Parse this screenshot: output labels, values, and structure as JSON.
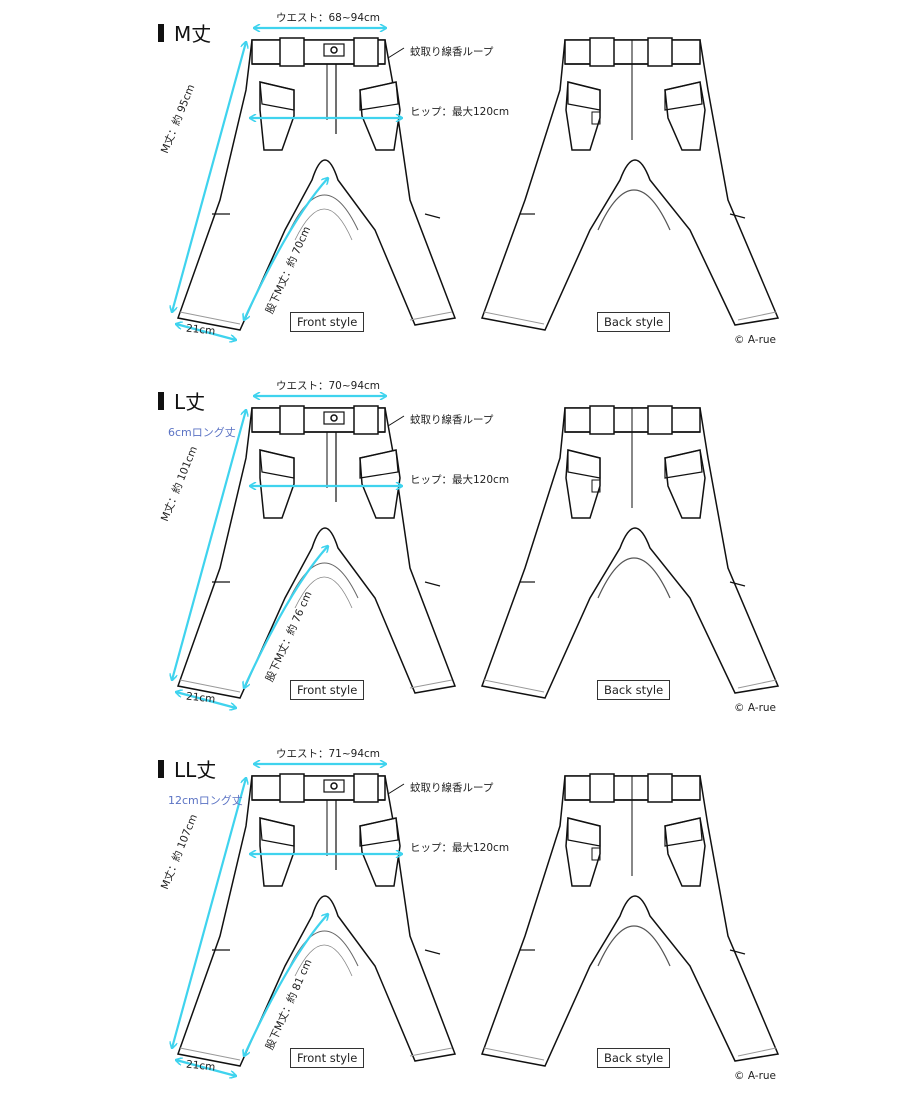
{
  "annotation_color": "#3fd3ee",
  "note_color": "#5b73c4",
  "callouts": {
    "loop": "蚊取り線香ループ",
    "hip": "ヒップ：最大120cm",
    "hem": "21cm"
  },
  "views": {
    "front": "Front style",
    "back": "Back style"
  },
  "credit": "© A-rue",
  "panels": [
    {
      "title": "M丈",
      "note": "",
      "waist": "ウエスト：68~94cm",
      "outseam": "M丈：約 95cm",
      "inseam": "股下M丈：約 70cm"
    },
    {
      "title": "L丈",
      "note": "6cmロング丈",
      "waist": "ウエスト：70~94cm",
      "outseam": "M丈：約 101cm",
      "inseam": "股下M丈：約 76 cm"
    },
    {
      "title": "LL丈",
      "note": "12cmロング丈",
      "waist": "ウエスト：71~94cm",
      "outseam": "M丈：約 107cm",
      "inseam": "股下M丈：約  81 cm"
    }
  ]
}
